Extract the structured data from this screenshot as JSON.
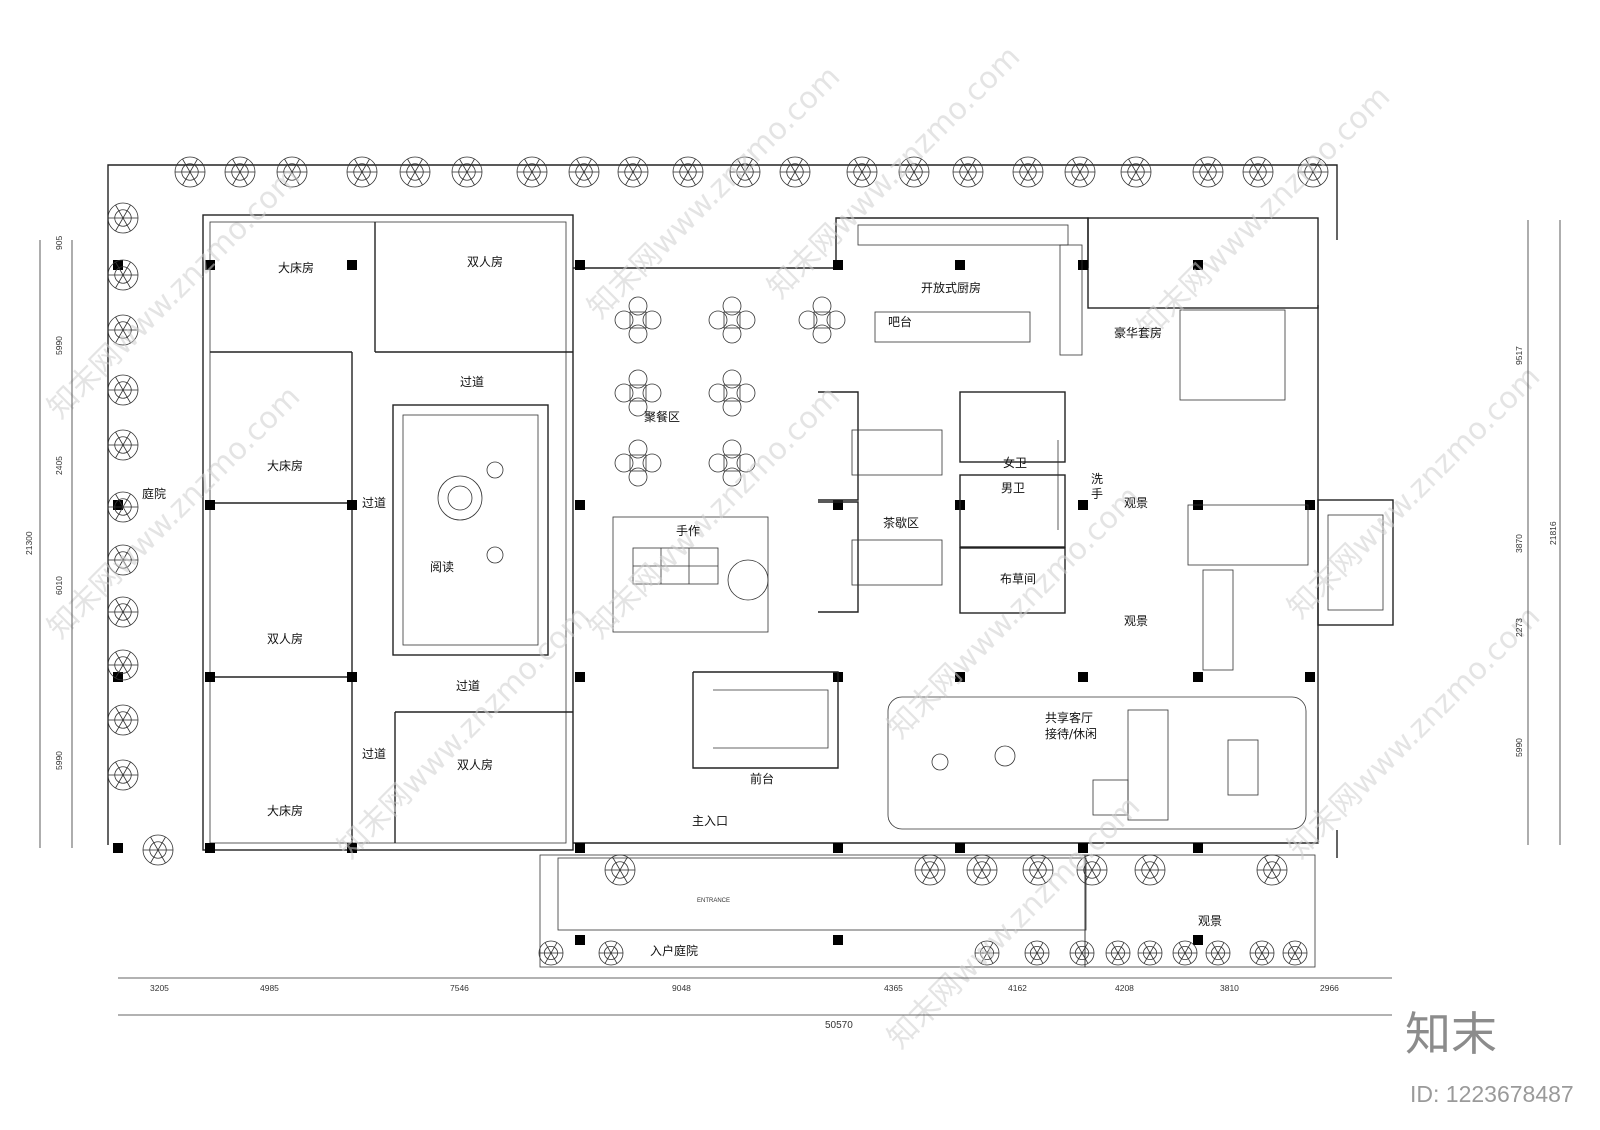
{
  "rooms": {
    "king_room_1": "大床房",
    "twin_room_1": "双人房",
    "king_room_2": "大床房",
    "twin_room_2": "双人房",
    "king_room_3": "大床房",
    "twin_room_3": "双人房",
    "courtyard": "庭院",
    "corridor_top": "过道",
    "corridor_mid": "过道",
    "corridor_low": "过道",
    "corridor_bottom": "过道",
    "reading": "阅读",
    "dining": "聚餐区",
    "craft": "手作",
    "kitchen": "开放式厨房",
    "bar": "吧台",
    "luxury_suite": "豪华套房",
    "womens_wc": "女卫",
    "mens_wc": "男卫",
    "wash": "洗手",
    "tea": "茶歇区",
    "linen": "布草间",
    "view_1": "观景",
    "view_2": "观景",
    "view_3": "观景",
    "reception": "前台",
    "lounge_line1": "共享客厅",
    "lounge_line2": "接待/休闲",
    "main_entrance": "主入口",
    "entrance_garden": "入户庭院",
    "entrance_sign": "ENTRANCE"
  },
  "dimensions": {
    "bottom": [
      "3205",
      "4985",
      "7546",
      "9048",
      "4365",
      "4162",
      "4208",
      "3810",
      "2966"
    ],
    "total_width": "50570",
    "left": [
      "905",
      "5990",
      "2405",
      "6010",
      "5990"
    ],
    "left_total": "21300",
    "right": [
      "9517",
      "3870",
      "2273",
      "5990"
    ],
    "right_total": "21816"
  },
  "watermark": {
    "site": "www.znzmo.com",
    "brand_cn": "知末网",
    "logo": "知末",
    "id_text": "ID: 1223678487"
  }
}
